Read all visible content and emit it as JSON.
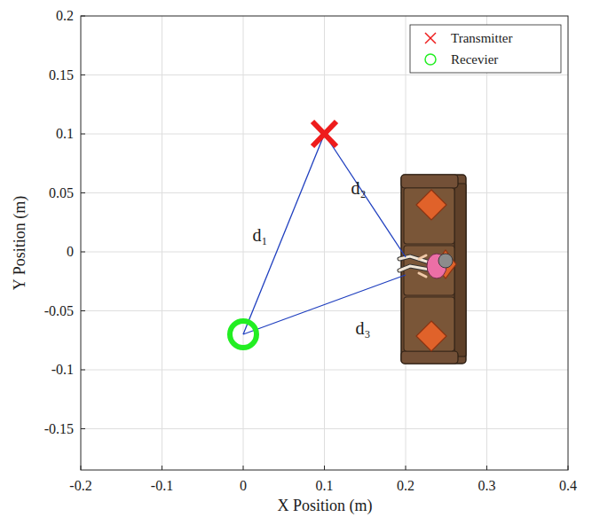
{
  "diagram": {
    "labels": [
      "0.2",
      "0.15",
      "0.1",
      "0.05",
      "0",
      "-0.05",
      "-0.1",
      "-0.15",
      "-0.2",
      "-0.1",
      "0",
      "0.1",
      "0.2",
      "0.3",
      "0.4",
      "Y Position (m)",
      "X Position (m)",
      "d₁",
      "d₂",
      "d₃"
    ],
    "legend": [
      {
        "text": "Transmitter"
      },
      {
        "text": "Recevier"
      }
    ]
  }
}
